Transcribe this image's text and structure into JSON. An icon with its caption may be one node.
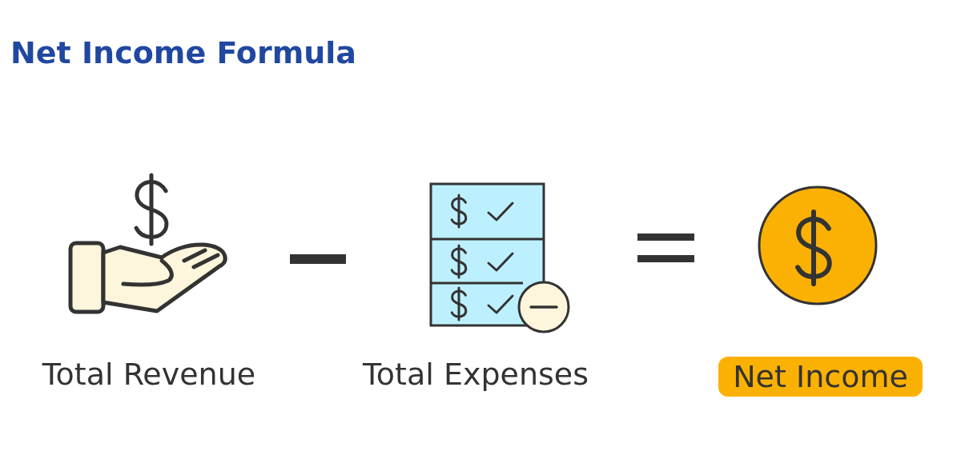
{
  "diagram": {
    "title": "Net Income Formula",
    "nodes": [
      {
        "text": [
          "Net Income"
        ]
      }
    ],
    "labels": [
      "Total Revenue",
      "Total Expenses"
    ]
  }
}
